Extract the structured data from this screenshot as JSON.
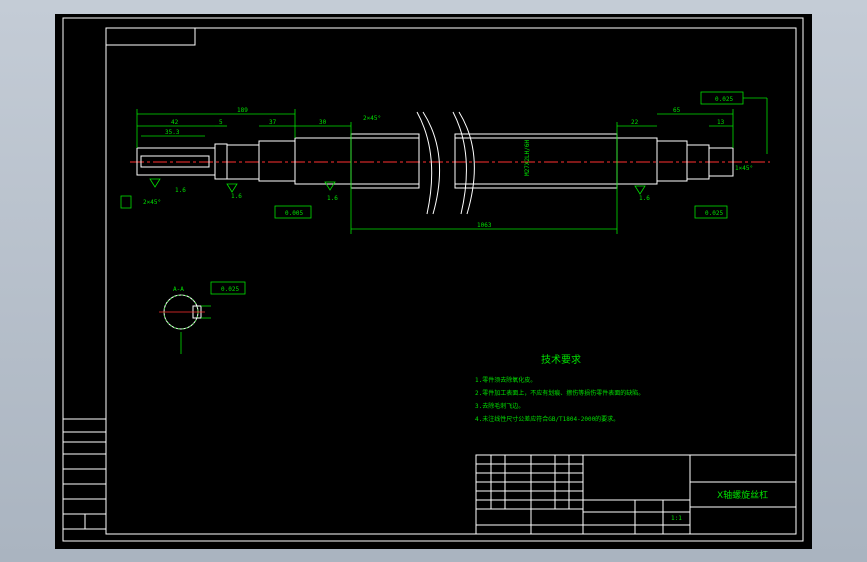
{
  "drawing": {
    "title_block": {
      "part_name": "X轴螺旋丝杠",
      "scale": "1:1"
    },
    "tech_requirements": {
      "heading": "技术要求",
      "items": [
        "1.零件须去除氧化皮。",
        "2.零件加工表面上，不应有划痕、擦伤等损伤零件表面的缺陷。",
        "3.去除毛刺飞边。",
        "4.未注线性尺寸公差应符合GB/T1804-2000的要求。"
      ]
    },
    "dimensions": {
      "d189": "189",
      "d42": "42",
      "d35_3": "35.3",
      "d5": "5",
      "d37": "37",
      "d30": "30",
      "d1063": "1063",
      "d22": "22",
      "d65": "65",
      "d13": "13",
      "d1_6": "1.6",
      "d2x45": "2×45°",
      "d1x45": "1×45°",
      "thread": "M27X2LH/6H",
      "sec_a": "A-A",
      "tol_1": "0.025",
      "tol_2": "0.025",
      "tol_3": "0.005",
      "tol_4": "0.025"
    },
    "colors": {
      "line": "#00e000",
      "outline": "#ffffff",
      "center": "#ff3030",
      "background": "#000000"
    }
  }
}
